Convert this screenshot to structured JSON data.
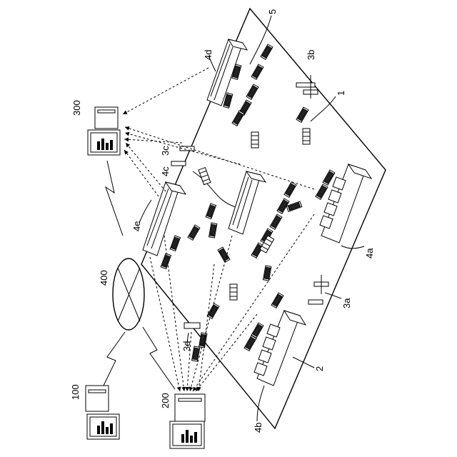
{
  "labels": {
    "server_300": "300",
    "server_100": "100",
    "server_200": "200",
    "network": "400",
    "field": "1",
    "wall": "2",
    "sensor_3a": "3a",
    "sensor_3b": "3b",
    "sensor_3c": "3c",
    "sensor_3d": "3d",
    "base_4a": "4a",
    "base_4b": "4b",
    "base_4c": "4c",
    "base_4d": "4d",
    "base_4e": "4e",
    "vehicle": "5"
  }
}
